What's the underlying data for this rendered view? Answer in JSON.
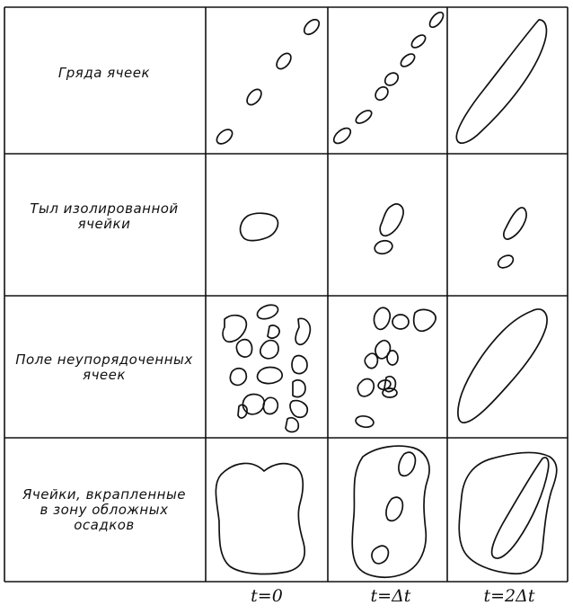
{
  "rows": [
    {
      "label_lines": [
        "Гряда ячеек"
      ]
    },
    {
      "label_lines": [
        "Тыл изолированной",
        "ячейки"
      ]
    },
    {
      "label_lines": [
        "Поле неупорядоченных",
        "ячеек"
      ]
    },
    {
      "label_lines": [
        "Ячейки, вкрапленные",
        "в зону обложных",
        "осадков"
      ]
    }
  ],
  "columns": [
    {
      "label": "t=0"
    },
    {
      "label": "t=Δt"
    },
    {
      "label": "t=2Δt"
    }
  ]
}
